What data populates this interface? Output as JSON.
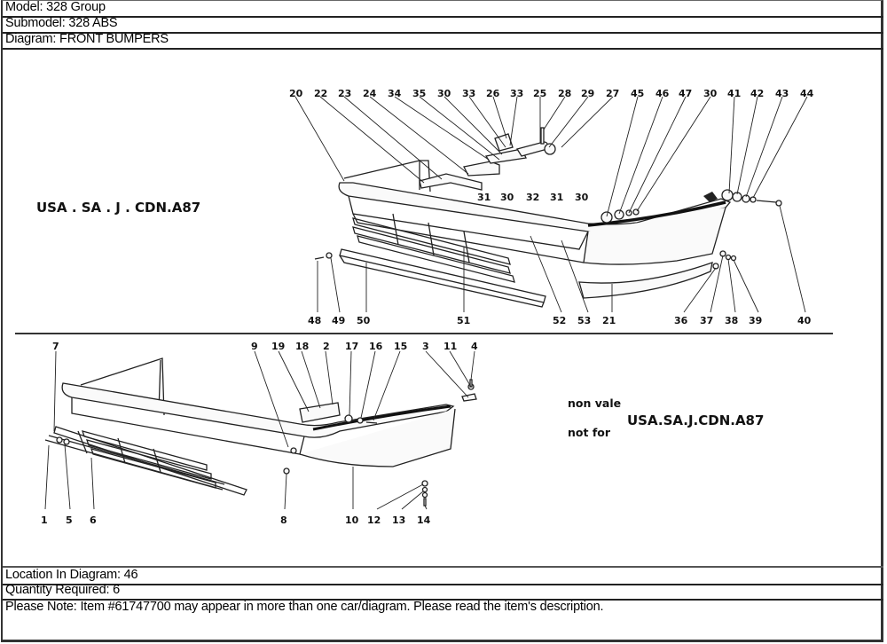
{
  "header": {
    "model": "Model: 328 Group",
    "submodel": "Submodel: 328 ABS",
    "diagram": "Diagram: FRONT BUMPERS"
  },
  "diagram": {
    "upper_section": {
      "region_label": "USA . SA . J . CDN.A87",
      "callouts_top": [
        "20",
        "22",
        "23",
        "24",
        "34",
        "35",
        "30",
        "33",
        "26",
        "33",
        "25",
        "28",
        "29",
        "27",
        "45",
        "46",
        "47",
        "30",
        "41",
        "42",
        "43",
        "44"
      ],
      "callouts_mid": [
        "31",
        "30",
        "32",
        "31",
        "30"
      ],
      "callouts_bottom": [
        "48",
        "49",
        "50",
        "51",
        "52",
        "53",
        "21",
        "36",
        "37",
        "38",
        "39",
        "40"
      ]
    },
    "lower_section": {
      "note_line1": "non vale",
      "note_line2": "not for",
      "region_label": "USA.SA.J.CDN.A87",
      "callouts_top": [
        "7",
        "9",
        "19",
        "18",
        "2",
        "17",
        "16",
        "15",
        "3",
        "11",
        "4"
      ],
      "callouts_bottom": [
        "1",
        "5",
        "6",
        "8",
        "10",
        "12",
        "13",
        "14"
      ]
    }
  },
  "footer": {
    "location": "Location In Diagram: 46",
    "quantity": "Quantity Required: 6",
    "note": "Please Note: Item #61747700 may appear in more than one car/diagram. Please read the item's description."
  }
}
